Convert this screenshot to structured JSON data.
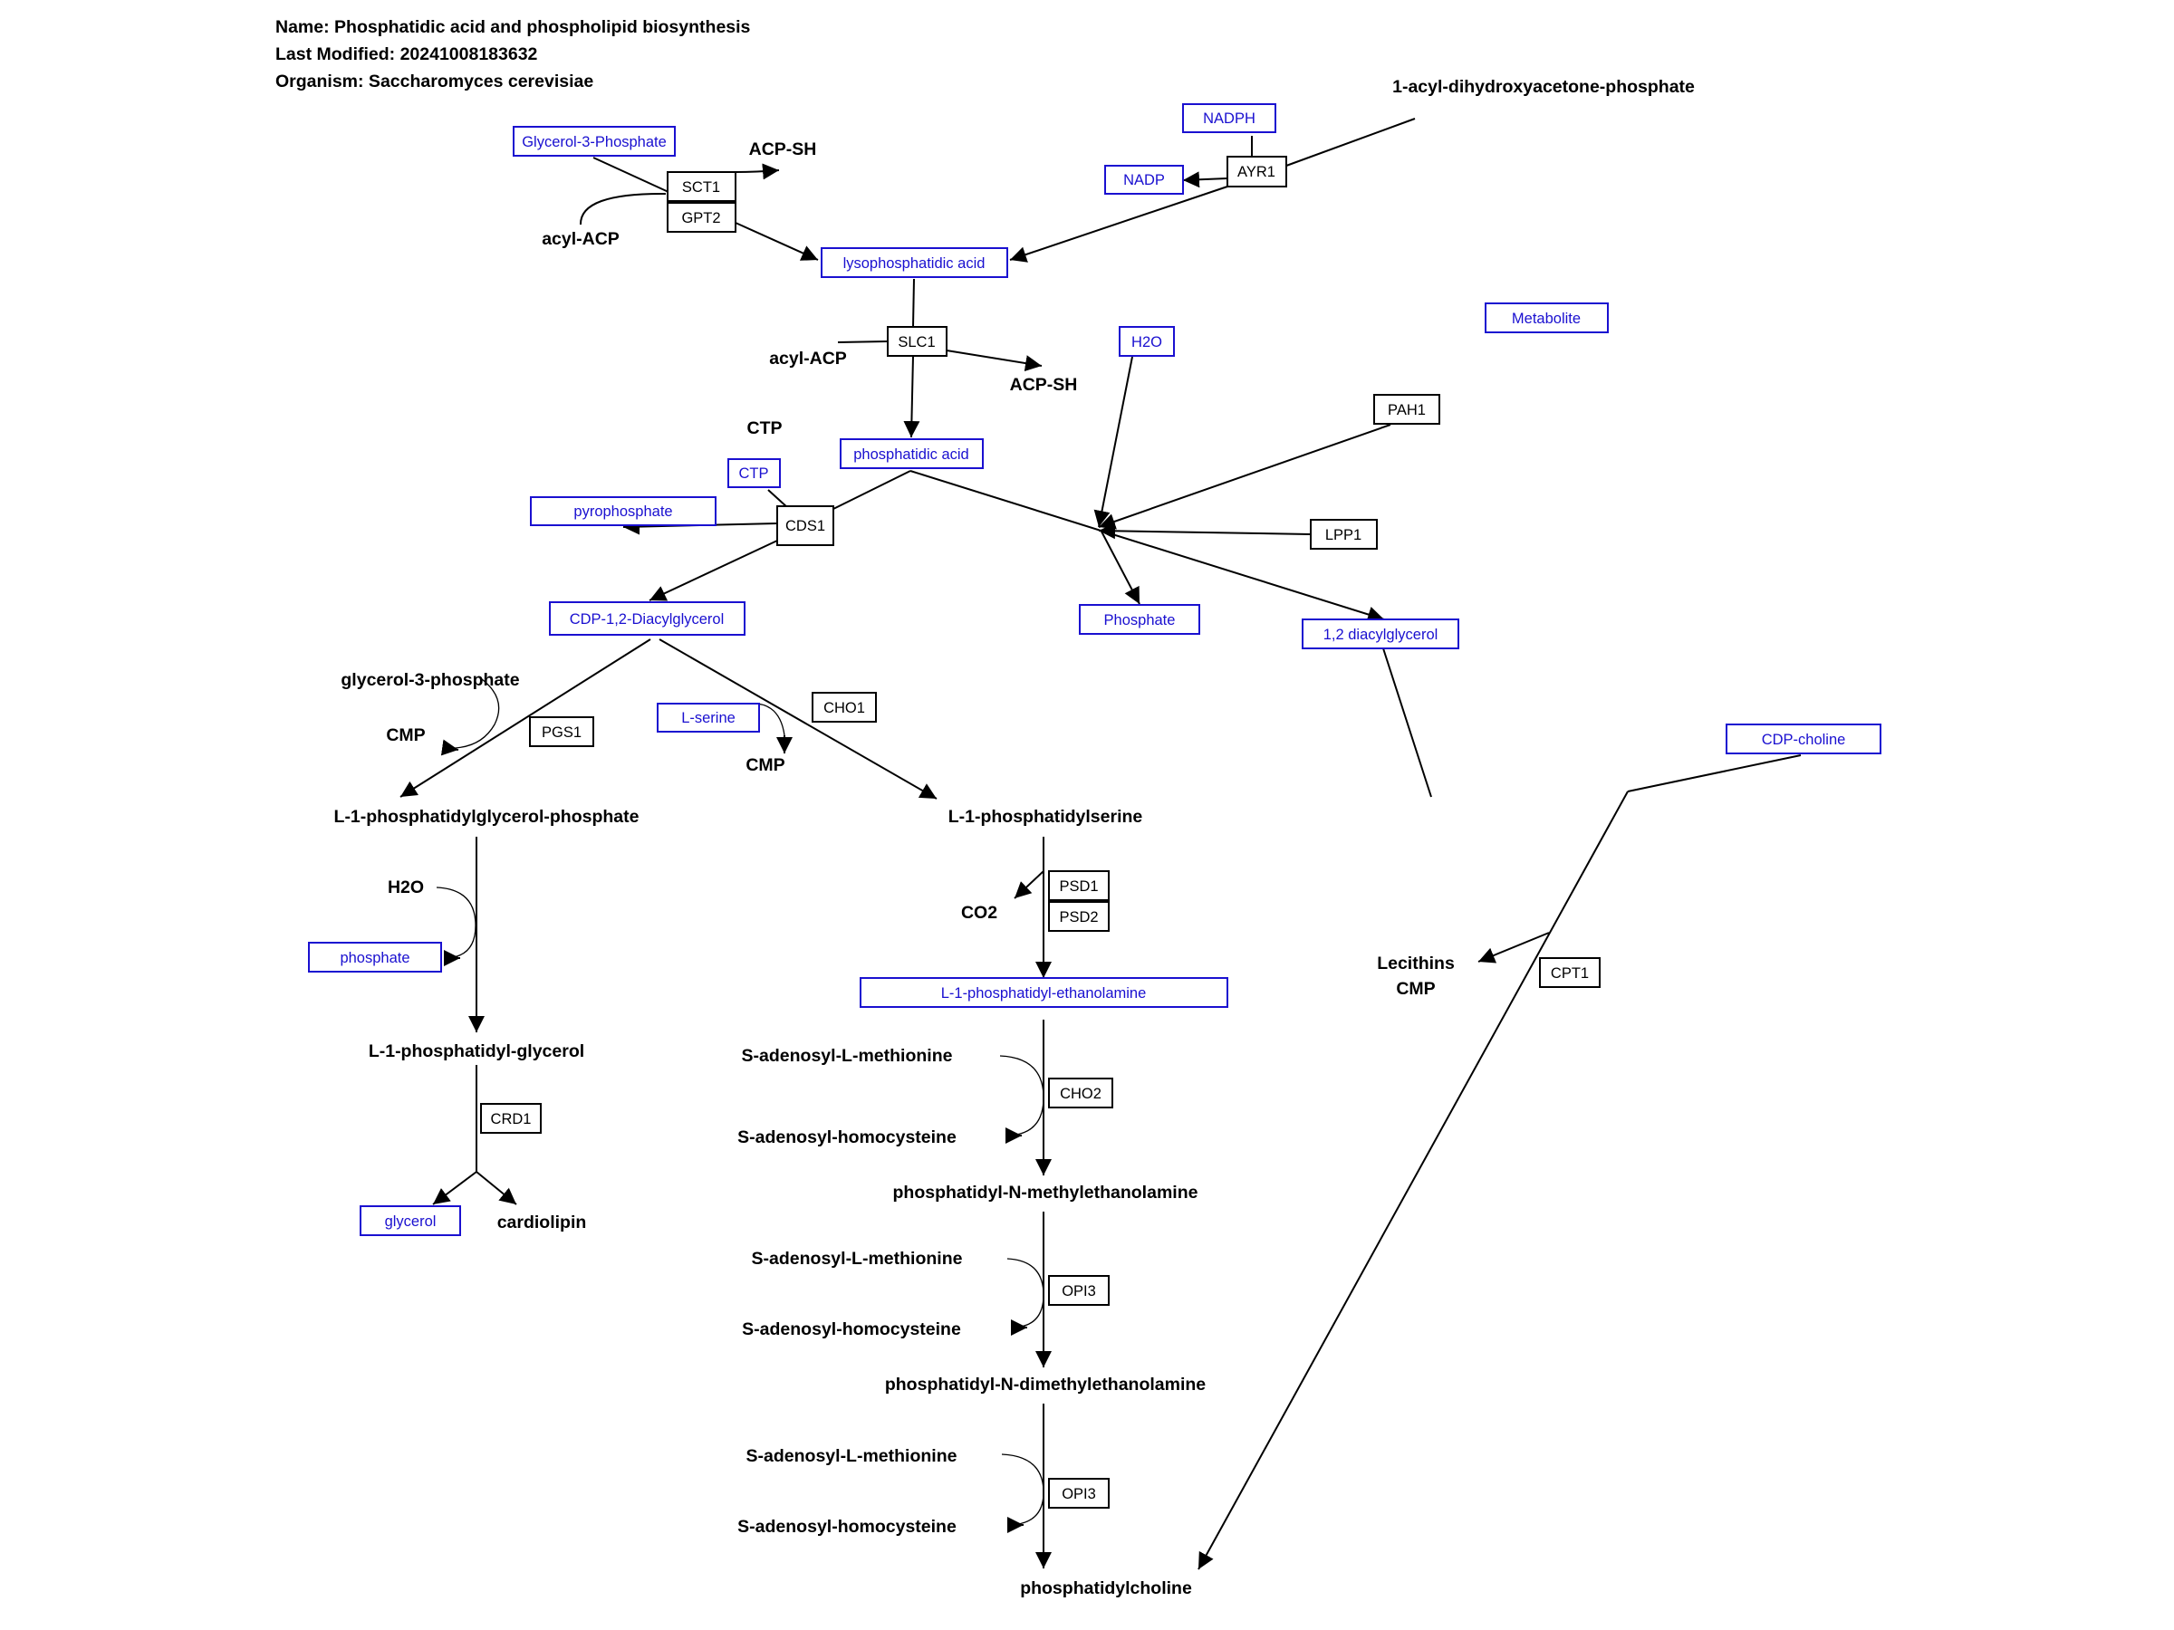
{
  "header": {
    "name": "Name: Phosphatidic acid and phospholipid biosynthesis",
    "modified": "Last Modified: 20241008183632",
    "organism": "Organism: Saccharomyces cerevisiae"
  },
  "colors": {
    "metabolite": "#1a10d0",
    "gene": "#000000",
    "edge": "#000000"
  },
  "metabolites": {
    "glycerol_3_phosphate": "Glycerol-3-Phosphate",
    "nadph": "NADPH",
    "nadp": "NADP",
    "lysophosphatidic_acid": "lysophosphatidic acid",
    "metabolite": "Metabolite",
    "h2o_top": "H2O",
    "phosphatidic_acid": "phosphatidic acid",
    "ctp_box": "CTP",
    "pyrophosphate": "pyrophosphate",
    "cdp_diacylglycerol": "CDP-1,2-Diacylglycerol",
    "phosphate_upper": "Phosphate",
    "diacylglycerol": "1,2 diacylglycerol",
    "l_serine": "L-serine",
    "cdp_choline": "CDP-choline",
    "phosphate_lower": "phosphate",
    "l_1_phosphatidyl_ethanolamine": "L-1-phosphatidyl-ethanolamine",
    "glycerol": "glycerol"
  },
  "genes": {
    "sct1": "SCT1",
    "gpt2": "GPT2",
    "ayr1": "AYR1",
    "slc1": "SLC1",
    "pah1": "PAH1",
    "lpp1": "LPP1",
    "cds1": "CDS1",
    "cho1": "CHO1",
    "pgs1": "PGS1",
    "psd1": "PSD1",
    "psd2": "PSD2",
    "cpt1": "CPT1",
    "cho2": "CHO2",
    "opi3_a": "OPI3",
    "opi3_b": "OPI3",
    "crd1": "CRD1"
  },
  "labels": {
    "acyl_dhap": "1-acyl-dihydroxyacetone-phosphate",
    "acp_sh_1": "ACP-SH",
    "acyl_acp_1": "acyl-ACP",
    "acyl_acp_2": "acyl-ACP",
    "acp_sh_2": "ACP-SH",
    "ctp_label": "CTP",
    "glycerol_3_phosphate_label": "glycerol-3-phosphate",
    "cmp_1": "CMP",
    "cmp_2": "CMP",
    "l1_pg_phosphate": "L-1-phosphatidylglycerol-phosphate",
    "l1_phosphatidylserine": "L-1-phosphatidylserine",
    "h2o_lower": "H2O",
    "co2": "CO2",
    "lecithins": "Lecithins",
    "cmp_3": "CMP",
    "l1_phosphatidyl_glycerol": "L-1-phosphatidyl-glycerol",
    "sam_1": "S-adenosyl-L-methionine",
    "sah_1": "S-adenosyl-homocysteine",
    "cardiolipin": "cardiolipin",
    "pme": "phosphatidyl-N-methylethanolamine",
    "sam_2": "S-adenosyl-L-methionine",
    "sah_2": "S-adenosyl-homocysteine",
    "pdme": "phosphatidyl-N-dimethylethanolamine",
    "sam_3": "S-adenosyl-L-methionine",
    "sah_3": "S-adenosyl-homocysteine",
    "phosphatidylcholine": "phosphatidylcholine"
  }
}
